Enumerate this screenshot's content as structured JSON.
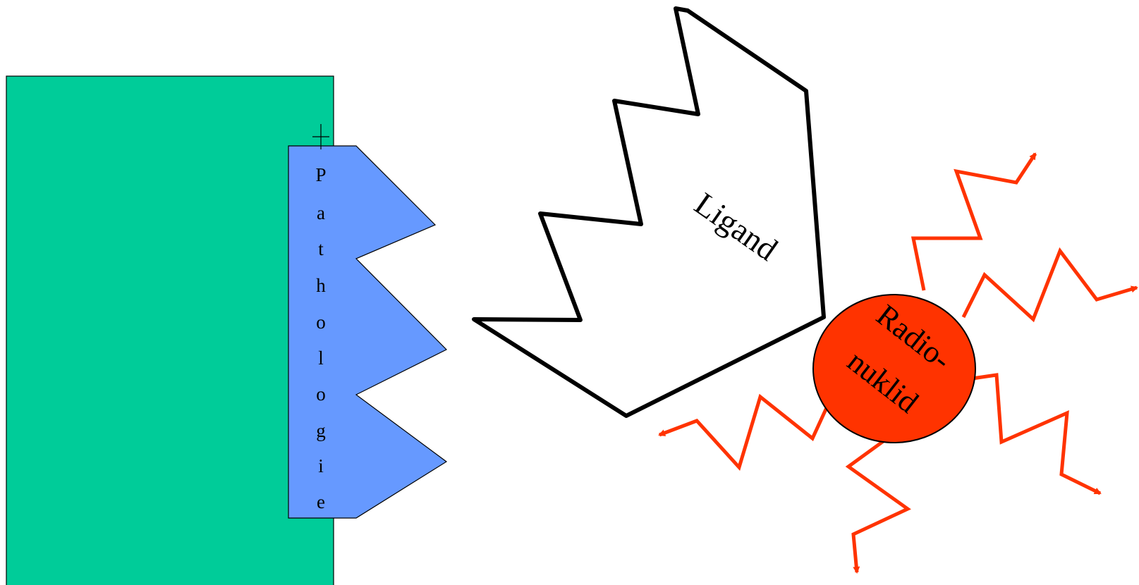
{
  "labels": {
    "pathologie_letters": [
      "P",
      "a",
      "t",
      "h",
      "o",
      "l",
      "o",
      "g",
      "i",
      "e"
    ],
    "ligand": "Ligand",
    "radionuklid_line1": "Radio-",
    "radionuklid_line2": "nuklid"
  },
  "colors": {
    "tissue": "#00CC99",
    "pathology": "#6699FF",
    "radionuclide": "#FF3300",
    "radiation": "#FF3300",
    "outline": "#000000"
  }
}
